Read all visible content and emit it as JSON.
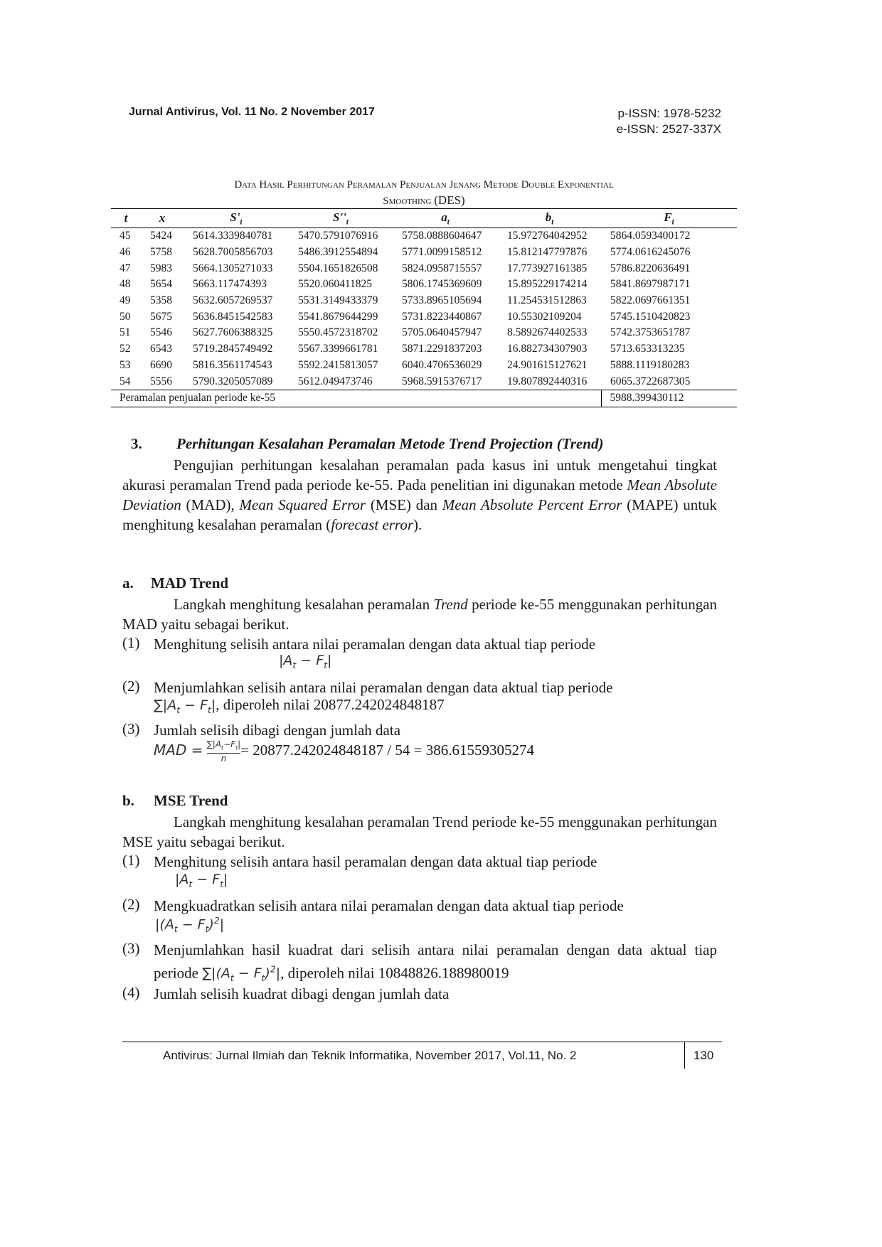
{
  "header": {
    "journal": "Jurnal Antivirus, Vol. 11 No. 2 November 2017",
    "pissn": "p-ISSN: 1978-5232",
    "eissn": "e-ISSN: 2527-337X"
  },
  "table": {
    "caption_line1": "Data Hasil Perhitungan Peramalan Penjualan Jenang Metode Double Exponential",
    "caption_line2a": "Smoothing",
    "caption_line2b": "(DES)",
    "headers": [
      "t",
      "x",
      "S'",
      "S''",
      "a",
      "b",
      "F"
    ],
    "header_sub": "t",
    "rows": [
      [
        "45",
        "5424",
        "5614.3339840781",
        "5470.5791076916",
        "5758.0888604647",
        "15.972764042952",
        "5864.0593400172"
      ],
      [
        "46",
        "5758",
        "5628.7005856703",
        "5486.3912554894",
        "5771.0099158512",
        "15.812147797876",
        "5774.0616245076"
      ],
      [
        "47",
        "5983",
        "5664.1305271033",
        "5504.1651826508",
        "5824.0958715557",
        "17.773927161385",
        "5786.8220636491"
      ],
      [
        "48",
        "5654",
        "5663.117474393",
        "5520.060411825",
        "5806.1745369609",
        "15.895229174214",
        "5841.8697987171"
      ],
      [
        "49",
        "5358",
        "5632.6057269537",
        "5531.3149433379",
        "5733.8965105694",
        "11.254531512863",
        "5822.0697661351"
      ],
      [
        "50",
        "5675",
        "5636.8451542583",
        "5541.8679644299",
        "5731.8223440867",
        "10.55302109204",
        "5745.1510420823"
      ],
      [
        "51",
        "5546",
        "5627.7606388325",
        "5550.4572318702",
        "5705.0640457947",
        "8.5892674402533",
        "5742.3753651787"
      ],
      [
        "52",
        "6543",
        "5719.2845749492",
        "5567.3399661781",
        "5871.2291837203",
        "16.882734307903",
        "5713.653313235"
      ],
      [
        "53",
        "6690",
        "5816.3561174543",
        "5592.2415813057",
        "6040.4706536029",
        "24.901615127621",
        "5888.1119180283"
      ],
      [
        "54",
        "5556",
        "5790.3205057089",
        "5612.049473746",
        "5968.5915376717",
        "19.807892440316",
        "6065.3722687305"
      ]
    ],
    "footer_label": "Peramalan penjualan periode ke-55",
    "footer_value": "5988.399430112"
  },
  "section3": {
    "number": "3.",
    "title": "Perhitungan Kesalahan Peramalan Metode Trend Projection (Trend)",
    "p1": "Pengujian perhitungan kesalahan peramalan pada kasus ini untuk mengetahui tingkat akurasi peramalan Trend pada periode ke-55. Pada penelitian ini digunakan metode",
    "mad_name": "Mean Absolute Deviation",
    "t1": "(MAD),",
    "mse_name": "Mean Squared Error",
    "t2": "(MSE) dan",
    "mape_name": "Mean Absolute Percent Error",
    "t3": "(MAPE) untuk menghitung kesalahan peramalan (",
    "fe": "forecast error",
    "t4": ")."
  },
  "mad": {
    "heading_letter": "a.",
    "heading": "MAD Trend",
    "intro_a": "Langkah menghitung kesalahan peramalan",
    "intro_trend": "Trend",
    "intro_b": "periode ke-55 menggunakan perhitungan MAD yaitu sebagai berikut.",
    "items": [
      {
        "num": "(1)",
        "text": "Menghitung selisih antara nilai peramalan dengan data aktual tiap periode"
      },
      {
        "num": "(2)",
        "text": "Menjumlahkan selisih antara nilai peramalan dengan data aktual tiap periode",
        "after": ", diperoleh nilai 20877.242024848187"
      },
      {
        "num": "(3)",
        "text": "Jumlah selisih dibagi dengan jumlah data",
        "after": "= 20877.242024848187 / 54 = 386.61559305274"
      }
    ]
  },
  "mse": {
    "heading_letter": "b.",
    "heading": "MSE Trend",
    "intro": "Langkah menghitung kesalahan peramalan Trend periode ke-55 menggunakan perhitungan MSE yaitu sebagai berikut.",
    "items": [
      {
        "num": "(1)",
        "text": "Menghitung selisih antara hasil peramalan dengan data aktual tiap periode"
      },
      {
        "num": "(2)",
        "text": "Mengkuadratkan selisih antara nilai peramalan dengan data aktual tiap periode"
      },
      {
        "num": "(3)",
        "text": "Menjumlahkan hasil kuadrat dari selisih antara nilai peramalan dengan data aktual tiap periode",
        "after": ", diperoleh nilai 10848826.188980019"
      },
      {
        "num": "(4)",
        "text": "Jumlah selisih kuadrat dibagi dengan jumlah data"
      }
    ]
  },
  "footer": {
    "text": "Antivirus: Jurnal Ilmiah dan Teknik Informatika, November 2017, Vol.11, No. 2",
    "page": "130"
  }
}
